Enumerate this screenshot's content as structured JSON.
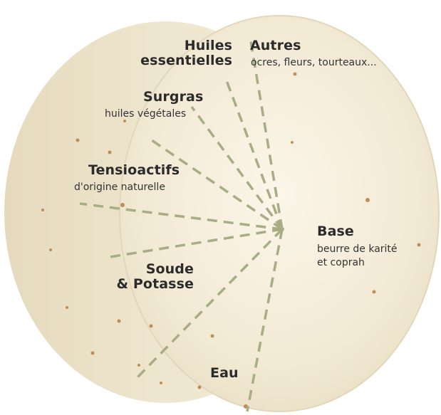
{
  "diagram": {
    "labels": {
      "huiles_line1": "Huiles",
      "huiles_line2": "essentielles",
      "autres_title": "Autres",
      "autres_sub": "ocres, fleurs, tourteaux...",
      "surgras_title": "Surgras",
      "surgras_sub": "huiles végétales",
      "tensio_title": "Tensioactifs",
      "tensio_sub": "d'origine naturelle",
      "soude_line1": "Soude",
      "soude_line2": "& Potasse",
      "eau_title": "Eau",
      "base_title": "Base",
      "base_sub1": "beurre de karité",
      "base_sub2": "et coprah"
    },
    "colors": {
      "soap_face": "#f4ecd9",
      "soap_side": "#ebe1c8",
      "soap_rim": "#e2d7bb",
      "divider_lines": "#a7ad84",
      "speck": "#b07a3c",
      "text": "#2b2b2b"
    }
  }
}
